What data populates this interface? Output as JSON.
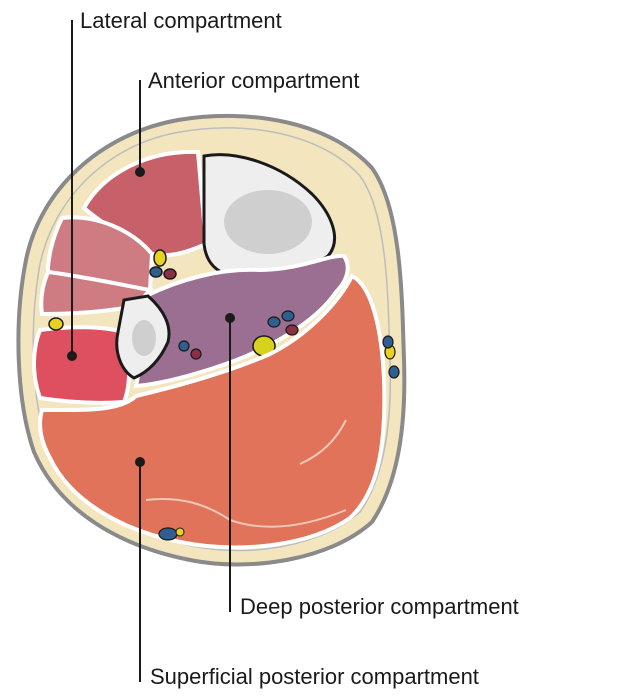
{
  "labels": {
    "lateral": "Lateral compartment",
    "anterior": "Anterior compartment",
    "deep_posterior": "Deep posterior compartment",
    "superficial_posterior": "Superficial posterior compartment"
  },
  "colors": {
    "skin_outline": "#8a8a8a",
    "subcutaneous_fat": "#f3e6bf",
    "anterior_muscle": "#c8606a",
    "anterior_muscle_light": "#cf7b82",
    "lateral_muscle": "#de4f5f",
    "deep_posterior_muscle": "#9b6f91",
    "superficial_posterior_muscle": "#e0735a",
    "bone_cortex": "#eeeeee",
    "bone_marrow": "#cfcfcf",
    "artery": "#8b2f45",
    "vein": "#2f5f8f",
    "nerve": "#e8d21f",
    "fascia": "#ffffff",
    "leader_line": "#1a1a1a"
  }
}
